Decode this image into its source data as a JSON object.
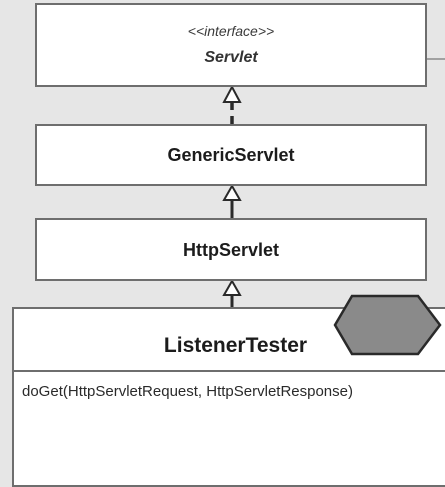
{
  "diagram": {
    "servlet": {
      "stereotype": "<<interface>>",
      "name": "Servlet"
    },
    "generic_servlet": {
      "name": "GenericServlet"
    },
    "http_servlet": {
      "name": "HttpServlet"
    },
    "listener_tester": {
      "name": "ListenerTester",
      "methods": [
        "doGet(HttpServletRequest, HttpServletResponse)"
      ]
    },
    "colors": {
      "background": "#e6e6e6",
      "box_fill": "#ffffff",
      "border": "#6e6e6e",
      "hexagon_fill": "#8a8a8a"
    }
  }
}
